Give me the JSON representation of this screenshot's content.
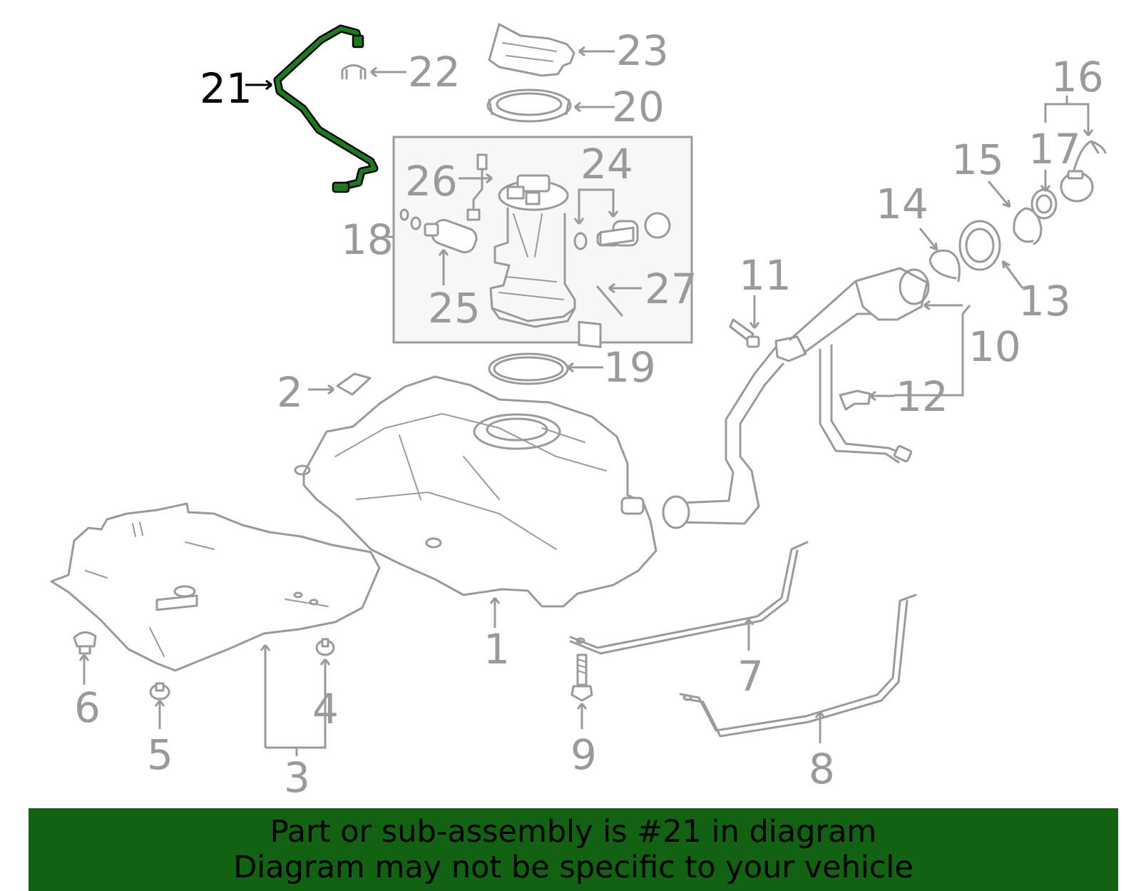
{
  "diagram": {
    "callouts": {
      "c1": "1",
      "c2": "2",
      "c3": "3",
      "c4": "4",
      "c5": "5",
      "c6": "6",
      "c7": "7",
      "c8": "8",
      "c9": "9",
      "c10": "10",
      "c11": "11",
      "c12": "12",
      "c13": "13",
      "c14": "14",
      "c15": "15",
      "c16": "16",
      "c17": "17",
      "c18": "18",
      "c19": "19",
      "c20": "20",
      "c21": "21",
      "c22": "22",
      "c23": "23",
      "c24": "24",
      "c25": "25",
      "c26": "26",
      "c27": "27"
    },
    "highlight_color": "#1e7a1e",
    "line_color": "#9a9a9a"
  },
  "banner": {
    "line1": "Part or sub-assembly is #21 in diagram",
    "line2": "Diagram may not be specific to your vehicle",
    "background": "#136113"
  }
}
